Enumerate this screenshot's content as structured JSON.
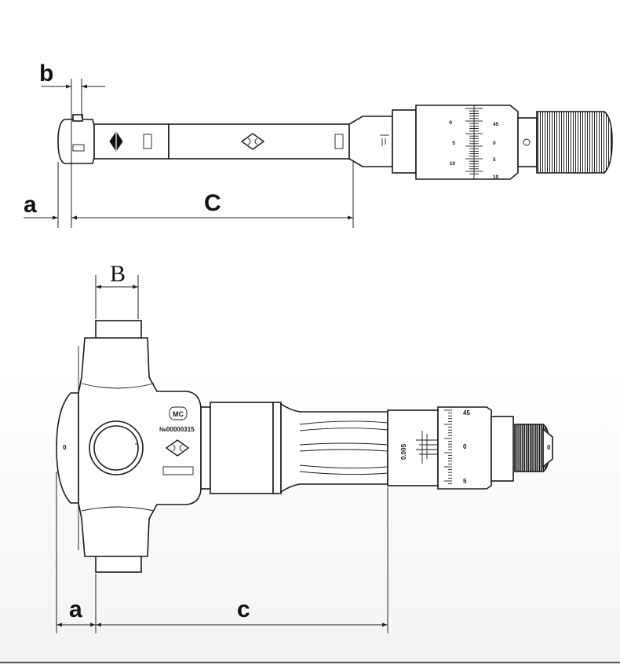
{
  "top_view": {
    "dimension_labels": {
      "a": "a",
      "b": "b",
      "C": "C"
    },
    "thimble_scale_left": [
      "0",
      "5",
      "10"
    ],
    "thimble_scale_right": [
      "45",
      "0",
      "5",
      "10"
    ]
  },
  "bottom_view": {
    "dimension_labels": {
      "a": "a",
      "B": "B",
      "c": "c"
    },
    "logo_text": "MC",
    "serial_number": "№00000315",
    "head_mark": "0",
    "resolution": "0.005",
    "thimble_scale": [
      "45",
      "0",
      "5"
    ],
    "end_mark": "0"
  }
}
